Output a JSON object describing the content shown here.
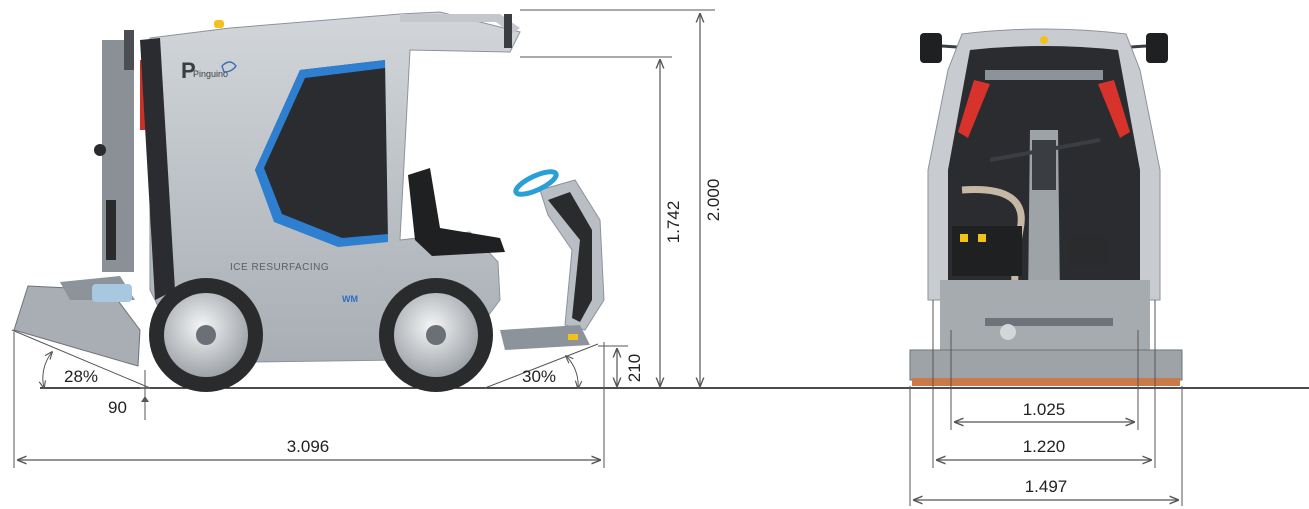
{
  "product": {
    "logo_text": "Pinguino",
    "side_label": "ICE RESURFACING",
    "badge_text": "WM"
  },
  "dimensions": {
    "height_total": "2.000",
    "height_body": "1.742",
    "length_total": "3.096",
    "rear_clearance": "90",
    "front_clearance": "210",
    "angle_rear": "28%",
    "angle_front": "30%",
    "width_inner": "1.025",
    "width_mid": "1.220",
    "width_total": "1.497"
  },
  "colors": {
    "body": "#b9bec4",
    "body_dark": "#8d939a",
    "glass": "#2a2c2f",
    "accent_blue": "#2f7fd1",
    "seat": "#1f2022",
    "tire": "#2a2b2d",
    "rim": "#d4d7da",
    "steering": "#2a9fd6",
    "dim_line": "#555555",
    "ground": "#111111",
    "light_red": "#d7322c"
  }
}
